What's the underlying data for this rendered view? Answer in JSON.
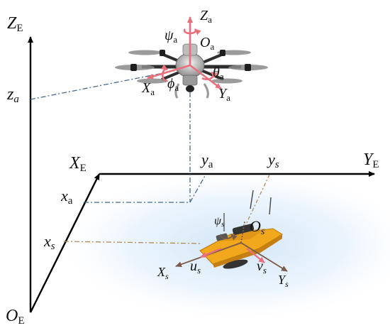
{
  "labels": {
    "ze": "Z",
    "ze_sub": "E",
    "za_axis": "z",
    "za_axis_sub": "a",
    "oe": "O",
    "oe_sub": "E",
    "xe": "X",
    "xe_sub": "E",
    "ye": "Y",
    "ye_sub": "E",
    "xa": "x",
    "xa_sub": "a",
    "xs": "x",
    "xs_sub": "s",
    "ya": "y",
    "ya_sub": "a",
    "ys": "y",
    "ys_sub": "s",
    "uav_z": "Z",
    "uav_z_sub": "a",
    "uav_o": "O",
    "uav_o_sub": "a",
    "uav_psi": "ψ",
    "uav_psi_sub": "a",
    "uav_phi": "ϕ",
    "uav_phi_sub": "a",
    "uav_theta": "θ",
    "uav_theta_sub": "a",
    "uav_x": "X",
    "uav_x_sub": "a",
    "uav_y": "Y",
    "uav_y_sub": "a",
    "usv_psi": "ψ",
    "usv_psi_sub": "s",
    "usv_o": "O",
    "usv_o_sub": "s",
    "usv_u": "u",
    "usv_u_sub": "s",
    "usv_v": "v",
    "usv_v_sub": "s",
    "usv_x": "X",
    "usv_x_sub": "s",
    "usv_y": "Y",
    "usv_y_sub": "s"
  },
  "colors": {
    "axis": "#000000",
    "uav_frame_arrows": "#e8707c",
    "uav_projection_line": "#4a6a8a",
    "usv_projection_line": "#b08a5a",
    "usv_hull": "#f2a81d",
    "usv_frame_arrows": "#7a5a4a",
    "water_glow": "#cfe3f6"
  },
  "icons": {
    "drone": "quadcopter-uav",
    "boat": "unmanned-surface-vessel"
  }
}
